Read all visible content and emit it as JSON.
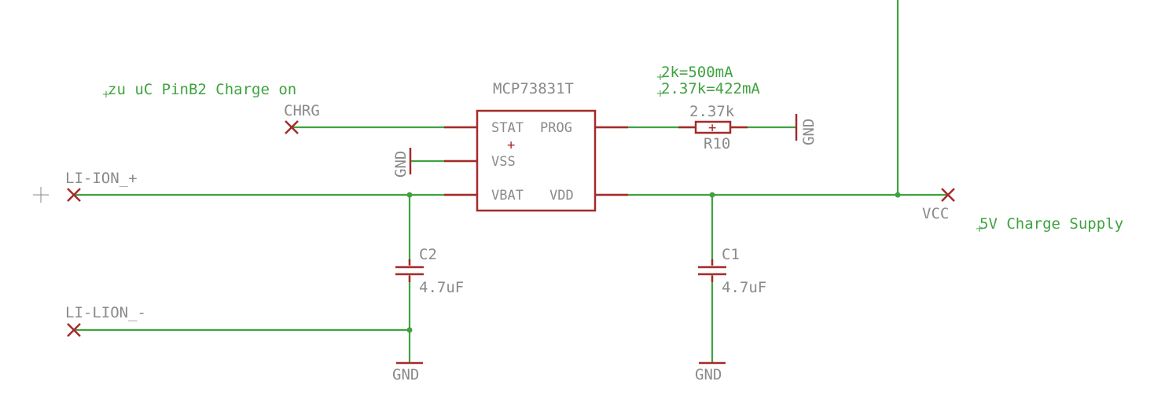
{
  "chip": {
    "name": "MCP73831T",
    "pins": {
      "stat": "STAT",
      "prog": "PROG",
      "vss": "VSS",
      "vbat": "VBAT",
      "vdd": "VDD"
    },
    "origin_mark": "+"
  },
  "resistor": {
    "name": "R10",
    "value": "2.37k",
    "origin_mark": "+"
  },
  "capacitors": [
    {
      "name": "C2",
      "value": "4.7uF"
    },
    {
      "name": "C1",
      "value": "4.7uF"
    }
  ],
  "nets": {
    "chrg": "CHRG",
    "li_ion_plus": "LI-ION_+",
    "li_lion_minus": "LI-LION_-",
    "vcc": "VCC"
  },
  "gnd_label": "GND",
  "notes": {
    "charge_on": "zu uC PinB2 Charge on",
    "prog_500": "2k=500mA",
    "prog_422": "2.37k=422mA",
    "supply": "5V Charge Supply"
  },
  "colors": {
    "wire": "#3fa33f",
    "part": "#a52a2a",
    "label": "#8a8a8a",
    "note": "#3fa33f"
  }
}
